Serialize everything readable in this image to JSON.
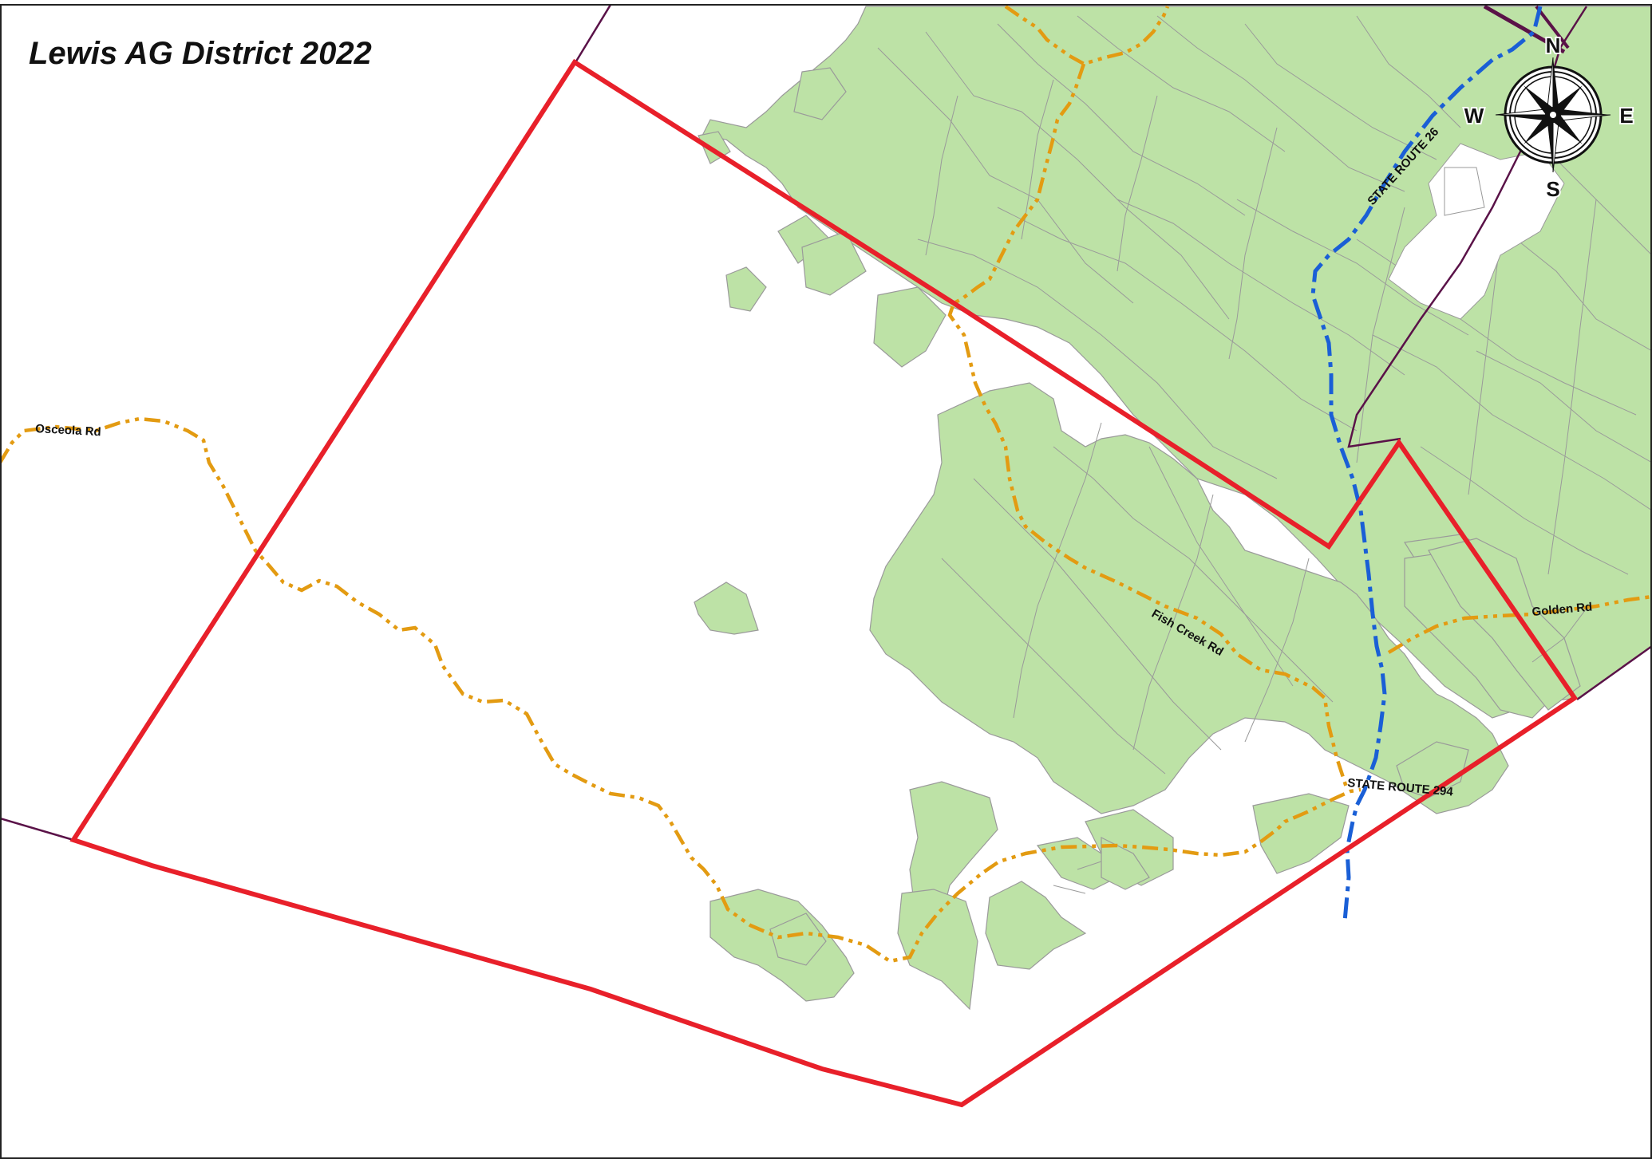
{
  "map": {
    "title": "Lewis AG District 2022",
    "colors": {
      "parcel_fill": "#bde2a6",
      "parcel_line": "#9a9a9a",
      "district_boundary": "#e8202a",
      "town_boundary": "#5a1248",
      "county_road": "#e39b12",
      "state_route": "#1a5fd6"
    },
    "road_labels": {
      "osceola": "Osceola Rd",
      "fish_creek": "Fish Creek Rd",
      "golden": "Golden Rd",
      "route26": "STATE ROUTE 26",
      "route294": "STATE ROUTE 294"
    },
    "compass": {
      "icon": "compass-rose-icon",
      "n": "N",
      "s": "S",
      "e": "E",
      "w": "W"
    }
  }
}
